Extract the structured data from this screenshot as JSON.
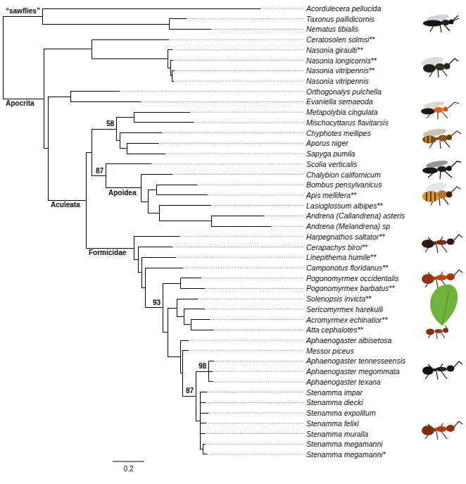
{
  "diagram": {
    "labels": [
      "Acordulecera pellucida",
      "Taxonus pallidicornis",
      "Nematus tibialis",
      "Ceratosolen solmsi**",
      "Nasonia giraulti**",
      "Nasonia longicornis**",
      "Nasonia vitripennis**",
      "Nasonia vitripennis",
      "Orthogonalys pulchella",
      "Evaniella semaeoda",
      "Metapolybia cingulata",
      "Mischocyttarus flavitarsis",
      "Chyphotes mellipes",
      "Aporus niger",
      "Sapyga pumila",
      "Scolia verticalis",
      "Chalybion californicum",
      "Bombus pensylvanicus",
      "Apis mellifera**",
      "Lasioglossum albipes**",
      "Andrena (Callandrena) asteris",
      "Andrena (Melandrena) sp",
      "Harpegnathos saltator**",
      "Cerapachys biroi**",
      "Linepithema humile**",
      "Camponotus floridanus**",
      "Pogonomyrmex occidentalis",
      "Pogonomyrmex barbatus**",
      "Solenopsis invicta**",
      "Sericomyrmex harekulli",
      "Acromyrmex echinatior**",
      "Atta cephalotes**",
      "Aphaenogaster albisetosa",
      "Messor piceus",
      "Aphaenogaster tennesseensis",
      "Aphaenogaster megommata",
      "Aphaenogaster texana",
      "Stenamma impar",
      "Stenamma diecki",
      "Stenamma expolitum",
      "Stenamma felixi",
      "Stenamma muralla",
      "Stenamma megamanni",
      "Stenamma megamanni*",
      "“sawflies”",
      "Apocrita",
      "Aculeata",
      "58",
      "87",
      "Apoidea",
      "Formicidae",
      "93",
      "98",
      "87",
      "0.2"
    ]
  }
}
